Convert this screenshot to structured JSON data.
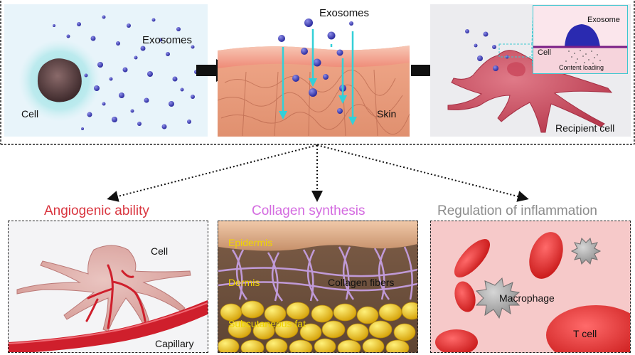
{
  "top": {
    "panel1": {
      "exosomes_label": "Exosomes",
      "cell_label": "Cell"
    },
    "panel2": {
      "exosomes_label": "Exosomes",
      "skin_label": "Skin"
    },
    "panel3": {
      "recipient_label": "Recipient cell",
      "inset": {
        "exosome_label": "Exosome",
        "cell_label": "Cell",
        "loading_label": "Content loading"
      }
    }
  },
  "effects": [
    {
      "title": "Angiogenic ability",
      "color": "#d9353f",
      "labels": {
        "cell": "Cell",
        "capillary": "Capillary"
      }
    },
    {
      "title": "Collagen synthesis",
      "color": "#d46be0",
      "labels": {
        "epidermis": "Epidermis",
        "dermis": "Dermis",
        "collagen": "Collagen fibers",
        "fat": "Subcutaneous fat"
      }
    },
    {
      "title": "Regulation of inflammation",
      "color": "#8c8c8c",
      "labels": {
        "macrophage": "Macrophage",
        "tcell": "T cell"
      }
    }
  ],
  "colors": {
    "exosome": "#3a3ab8",
    "arrow": "#111111",
    "injection": "#33d0d8",
    "skin": "#e59b78",
    "vessel": "#cf1f2c",
    "fat": "#e8c21e",
    "rbc": "#e83a3a"
  }
}
